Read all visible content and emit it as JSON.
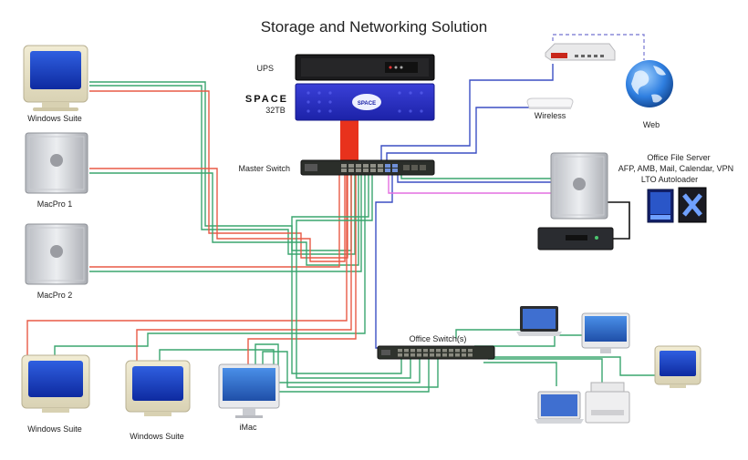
{
  "title": "Storage and Networking Solution",
  "labels": {
    "windows_suite_top": "Windows Suite",
    "macpro1": "MacPro 1",
    "macpro2": "MacPro 2",
    "windows_suite_bl": "Windows Suite",
    "windows_suite_bm": "Windows Suite",
    "imac": "iMac",
    "ups": "UPS",
    "space_brand": "SPACE",
    "space_size": "32TB",
    "space_badge": "SPACE",
    "master_switch": "Master Switch",
    "wireless": "Wireless",
    "web": "Web",
    "office_server_1": "Office File Server",
    "office_server_2": "AFP, AMB, Mail, Calendar, VPN",
    "office_server_3": "LTO Autoloader",
    "office_switch": "Office Switch(s)"
  },
  "colors": {
    "green": "#3aa56f",
    "red": "#e85a46",
    "blue": "#3c4fc4",
    "pink": "#e36fe0",
    "fibre": "#e8321c",
    "dashed": "#8a8ad8"
  },
  "icons": [
    "crt-monitor-icon",
    "macpro-tower-icon",
    "imac-icon",
    "laptop-icon",
    "printer-icon",
    "router-icon",
    "globe-icon",
    "wireless-base-icon",
    "tape-library-icon",
    "software-box-icon"
  ]
}
